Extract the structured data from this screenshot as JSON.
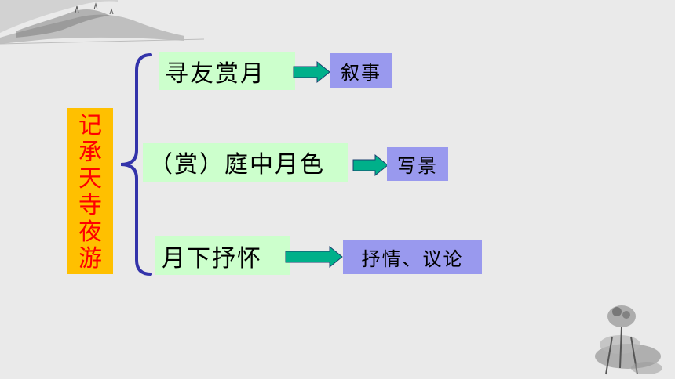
{
  "diagram": {
    "title_chars": [
      "记",
      "承",
      "天",
      "寺",
      "夜",
      "游"
    ],
    "rows": [
      {
        "label": "寻友赏月",
        "result": "叙事"
      },
      {
        "label": "（赏）庭中月色",
        "result": "写景"
      },
      {
        "label": "月下抒怀",
        "result": "抒情、议论"
      }
    ]
  },
  "colors": {
    "title_bg": "#ffc000",
    "title_text": "#ff0000",
    "label_bg": "#ccffcc",
    "result_bg": "#9999ee",
    "arrow": "#00b08a",
    "brace": "#3333aa"
  }
}
